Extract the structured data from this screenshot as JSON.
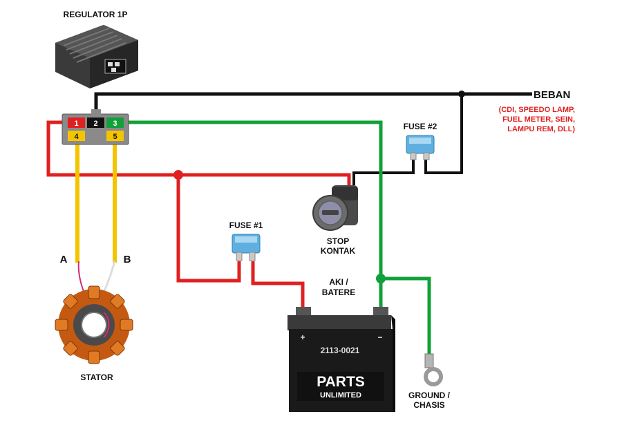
{
  "labels": {
    "regulator": "REGULATOR 1P",
    "beban": "BEBAN",
    "beban_desc": [
      "(CDI, SPEEDO LAMP,",
      "FUEL METER, SEIN,",
      "LAMPU REM, DLL)"
    ],
    "fuse2": "FUSE #2",
    "fuse1": "FUSE #1",
    "stop_kontak": [
      "STOP",
      "KONTAK"
    ],
    "aki": [
      "AKI /",
      "BATERE"
    ],
    "wire_a": "A",
    "wire_b": "B",
    "stator": "STATOR",
    "ground": [
      "GROUND /",
      "CHASIS"
    ],
    "battery_model": "2113-0021",
    "battery_brand": [
      "PARTS",
      "UNLIMITED"
    ]
  },
  "connector_pins": [
    "1",
    "2",
    "3",
    "4",
    "5"
  ],
  "colors": {
    "red_wire": "#e02020",
    "black_wire": "#111111",
    "green_wire": "#12a03a",
    "yellow_wire": "#f5c400",
    "beban_desc": "#e02020",
    "fuse_blue": "#5fb0e0"
  }
}
